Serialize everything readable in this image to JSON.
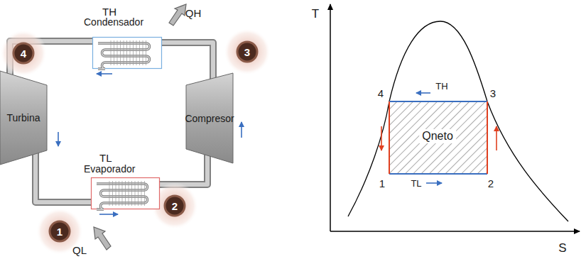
{
  "diagram": {
    "nodes": [
      {
        "text": [
          "TH",
          "Condensador"
        ]
      },
      {
        "text": [
          "Turbina"
        ]
      },
      {
        "text": [
          "Compresor"
        ]
      },
      {
        "text": [
          "TL",
          "Evaporador"
        ]
      }
    ],
    "edges": [
      {
        "from": 2,
        "to": 0,
        "arrow": "none"
      },
      {
        "from": 0,
        "to": 1,
        "arrow": "none"
      },
      {
        "from": 1,
        "to": 3,
        "arrow": "none"
      },
      {
        "from": 3,
        "to": 2,
        "arrow": "none"
      }
    ],
    "labels": [
      "QH",
      "4",
      "3",
      "1",
      "2",
      "QL",
      "T",
      "4",
      "3",
      "1",
      "2",
      "TH",
      "TL",
      "Qneto",
      "S"
    ]
  }
}
